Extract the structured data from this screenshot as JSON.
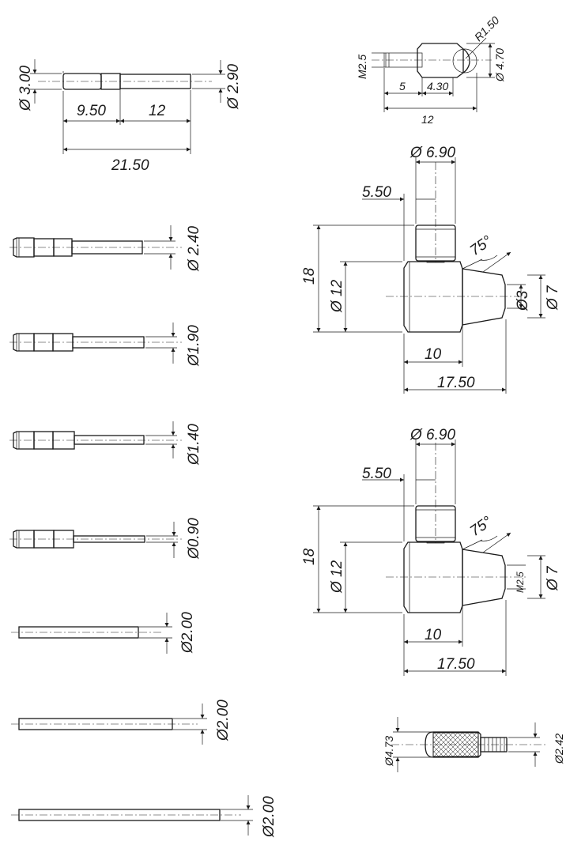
{
  "parts": {
    "pin_main": {
      "dia_left": "Ø 3.00",
      "dia_right": "Ø 2.90",
      "len_a": "9.50",
      "len_b": "12",
      "len_total": "21.50"
    },
    "ball_tip": {
      "thread": "M2.5",
      "radius": "R1.50",
      "dia": "Ø 4.70",
      "len_a": "5",
      "len_b": "4.30",
      "len_total": "12"
    },
    "pin_240": {
      "dia": "Ø 2.40"
    },
    "pin_190": {
      "dia": "Ø1.90"
    },
    "pin_140": {
      "dia": "Ø1.40"
    },
    "pin_090": {
      "dia": "Ø0.90"
    },
    "rod_1": {
      "dia": "Ø2.00"
    },
    "rod_2": {
      "dia": "Ø2.00"
    },
    "rod_3": {
      "dia": "Ø2.00"
    },
    "cone_block_1": {
      "top_dia": "Ø 6.90",
      "offset": "5.50",
      "height": "18",
      "body_dia": "Ø 12",
      "angle": "75°",
      "tip_dia": "Ø3",
      "cone_dia": "Ø 7",
      "body_len": "10",
      "total_len": "17.50"
    },
    "cone_block_2": {
      "top_dia": "Ø 6.90",
      "offset": "5.50",
      "height": "18",
      "body_dia": "Ø 12",
      "angle": "75°",
      "tip_thread": "M2.5",
      "cone_dia": "Ø 7",
      "body_len": "10",
      "total_len": "17.50"
    },
    "knurled_screw": {
      "head_dia": "Ø4.73",
      "shank_dia": "Ø2.42"
    }
  }
}
